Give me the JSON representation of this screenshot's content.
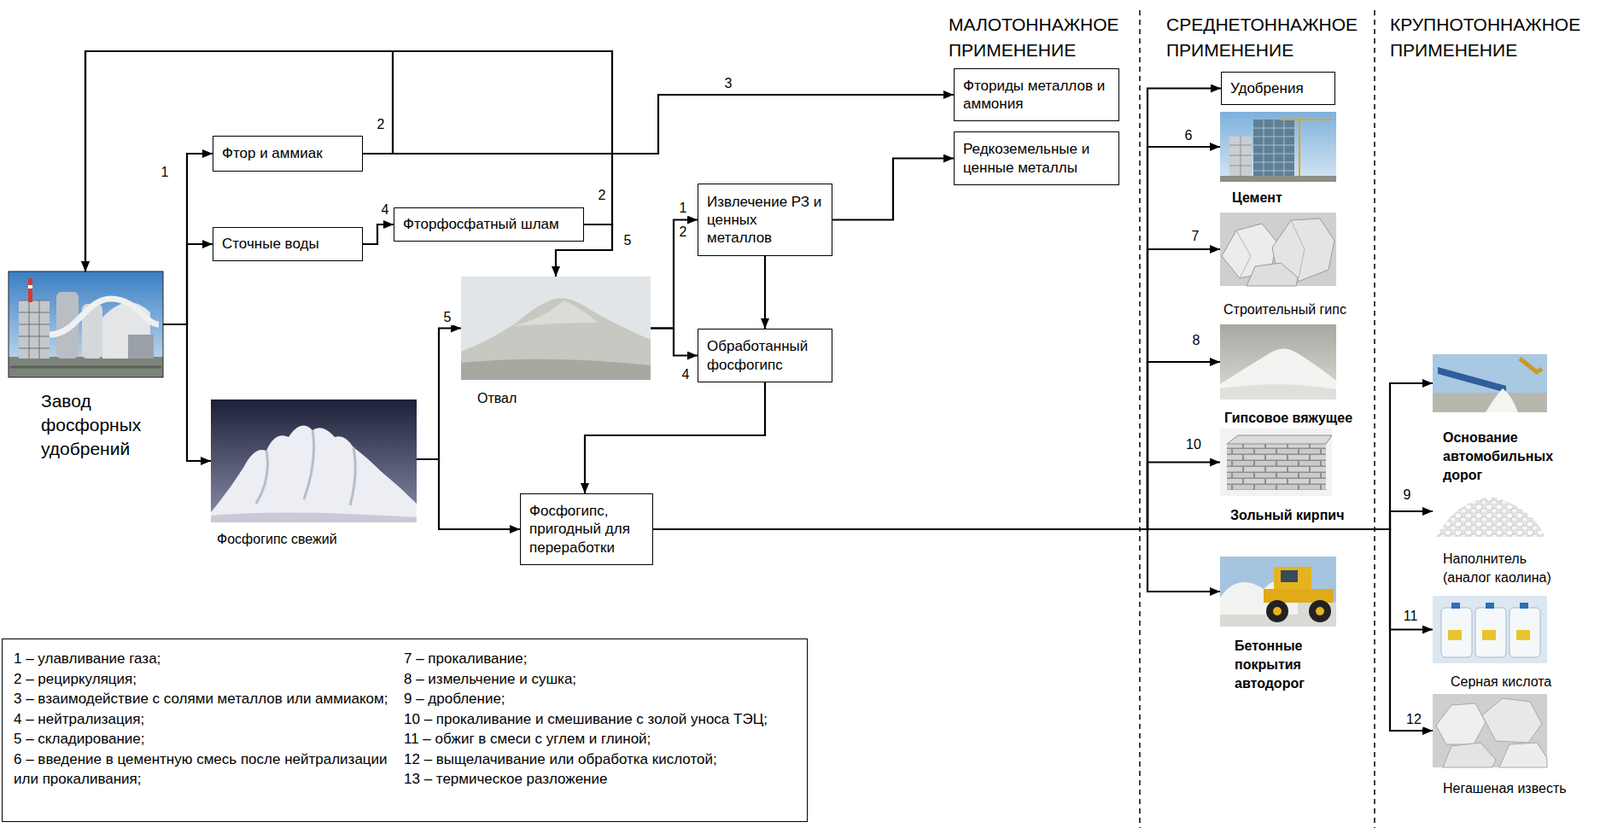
{
  "diagram": {
    "nodes": [
      {
        "text": [
          "Завод фосфорных удобрений"
        ]
      },
      {
        "text": [
          "Фтор и аммиак"
        ]
      },
      {
        "text": [
          "Сточные воды"
        ]
      },
      {
        "text": [
          "Фторфосфатный шлам"
        ]
      },
      {
        "text": [
          "Фосфогипс свежий"
        ]
      },
      {
        "text": [
          "Отвал"
        ]
      },
      {
        "text": [
          "Извлечение РЗ и ценных металлов"
        ]
      },
      {
        "text": [
          "Обработанный фосфогипс"
        ]
      },
      {
        "text": [
          "Фосфогипс, пригодный для переработки"
        ]
      },
      {
        "text": [
          "Фториды металлов и аммония"
        ]
      },
      {
        "text": [
          "Редкоземельные и ценные металлы"
        ]
      },
      {
        "text": [
          "Удобрения"
        ]
      },
      {
        "text": [
          "Цемент"
        ]
      },
      {
        "text": [
          "Строительный гипс"
        ]
      },
      {
        "text": [
          "Гипсовое вяжущее"
        ]
      },
      {
        "text": [
          "Зольный кирпич"
        ]
      },
      {
        "text": [
          "Бетонные покрытия автодорог"
        ]
      },
      {
        "text": [
          "Основание автомобильных дорог"
        ]
      },
      {
        "text": [
          "Наполнитель (аналог каолина)"
        ]
      },
      {
        "text": [
          "Серная кислота"
        ]
      },
      {
        "text": [
          "Негашеная известь"
        ]
      }
    ],
    "edges": [
      {
        "from": 0,
        "to": 1,
        "arrow": "to",
        "label": "1"
      },
      {
        "from": 0,
        "to": 2,
        "arrow": "to"
      },
      {
        "from": 0,
        "to": 4,
        "arrow": "to"
      },
      {
        "from": 1,
        "to": 0,
        "arrow": "to",
        "label": "2"
      },
      {
        "from": 1,
        "to": 9,
        "arrow": "to",
        "label": "3"
      },
      {
        "from": 3,
        "to": 0,
        "arrow": "to",
        "label": "2"
      },
      {
        "from": 3,
        "to": 5,
        "arrow": "to",
        "label": "5"
      },
      {
        "from": 2,
        "to": 3,
        "arrow": "to",
        "label": "4"
      },
      {
        "from": 4,
        "to": 5,
        "arrow": "to",
        "label": "5"
      },
      {
        "from": 4,
        "to": 8,
        "arrow": "to"
      },
      {
        "from": 5,
        "to": 6,
        "arrow": "to",
        "label": "1"
      },
      {
        "from": 5,
        "to": 7,
        "arrow": "to",
        "label": "4"
      },
      {
        "from": 6,
        "to": 10,
        "arrow": "to"
      },
      {
        "from": 6,
        "to": 7,
        "arrow": "to"
      },
      {
        "from": 7,
        "to": 8,
        "arrow": "to"
      },
      {
        "from": 8,
        "to": 11,
        "arrow": "to"
      },
      {
        "from": 8,
        "to": 12,
        "arrow": "to",
        "label": "6"
      },
      {
        "from": 8,
        "to": 13,
        "arrow": "to",
        "label": "7"
      },
      {
        "from": 8,
        "to": 14,
        "arrow": "to",
        "label": "8"
      },
      {
        "from": 8,
        "to": 15,
        "arrow": "to",
        "label": "10"
      },
      {
        "from": 8,
        "to": 16,
        "arrow": "to"
      },
      {
        "from": 8,
        "to": 17,
        "arrow": "to"
      },
      {
        "from": 8,
        "to": 18,
        "arrow": "to",
        "label": "9"
      },
      {
        "from": 8,
        "to": 19,
        "arrow": "to",
        "label": "11"
      },
      {
        "from": 8,
        "to": 20,
        "arrow": "to",
        "label": "12"
      }
    ],
    "labels": [
      "МАЛОТОННАЖНОЕ ПРИМЕНЕНИЕ",
      "СРЕДНЕТОННАЖНОЕ ПРИМЕНЕНИЕ",
      "КРУПНОТОННАЖНОЕ ПРИМЕНЕНИЕ",
      "2"
    ],
    "legend": [
      {
        "text": "1 – улавливание газа;"
      },
      {
        "text": "2 – рециркуляция;"
      },
      {
        "text": "3 – взаимодействие с солями металлов или аммиаком;"
      },
      {
        "text": "4 – нейтрализация;"
      },
      {
        "text": "5 – складирование;"
      },
      {
        "text": "6 – введение в цементную смесь после нейтрализации или прокаливания;"
      },
      {
        "text": "7 – прокаливание;"
      },
      {
        "text": "8 – измельчение и сушка;"
      },
      {
        "text": "9 – дробление;"
      },
      {
        "text": "10 – прокаливание и смешивание с золой уноса ТЭЦ;"
      },
      {
        "text": "11 – обжиг в смеси с углем и глиной;"
      },
      {
        "text": "12 – выщелачивание или обработка кислотой;"
      },
      {
        "text": "13 – термическое разложение"
      }
    ]
  }
}
